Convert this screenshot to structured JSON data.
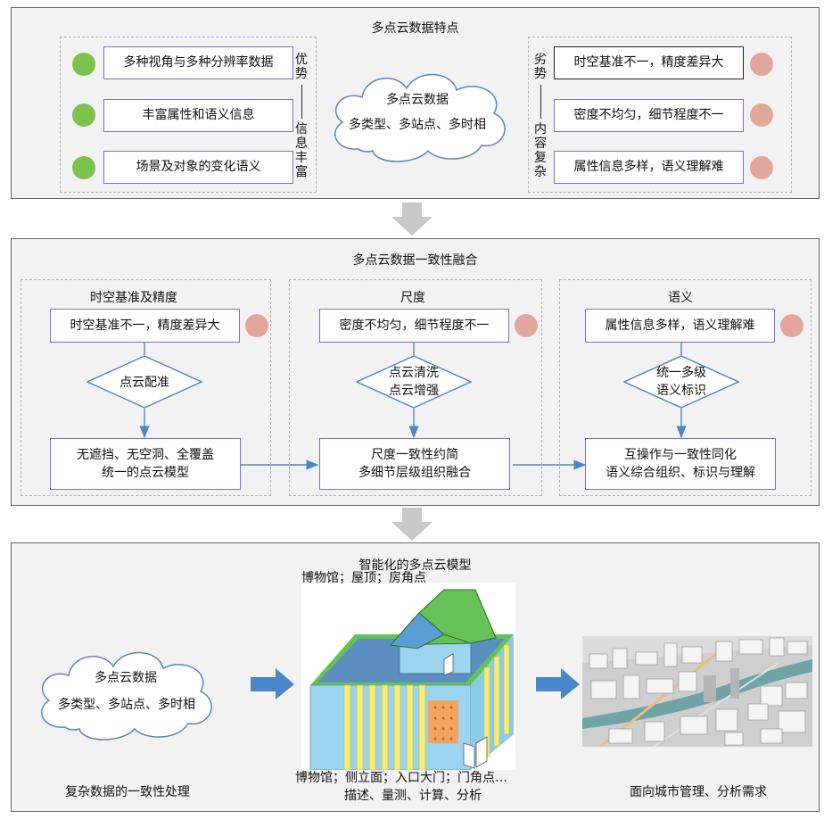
{
  "top": {
    "title": "多点云数据特点",
    "cloud": {
      "line1": "多点云数据",
      "line2": "多类型、多站点、多时相"
    },
    "advantages": [
      "多种视角与多种分辨率数据",
      "丰富属性和语义信息",
      "场景及对象的变化语义"
    ],
    "adv_label_top": [
      "优",
      "势"
    ],
    "adv_label_bottom": [
      "信",
      "息",
      "丰",
      "富"
    ],
    "disadvantages": [
      "时空基准不一，精度差异大",
      "密度不均匀，细节程度不一",
      "属性信息多样，语义理解难"
    ],
    "dis_label_top": [
      "劣",
      "势"
    ],
    "dis_label_bottom": [
      "内",
      "容",
      "复",
      "杂"
    ]
  },
  "middle": {
    "title": "多点云数据一致性融合",
    "columns": [
      {
        "header": "时空基准及精度",
        "problem": "时空基准不一，精度差异大",
        "method": [
          "点云配准"
        ],
        "result": [
          "无遮挡、无空洞、全覆盖",
          "统一的点云模型"
        ]
      },
      {
        "header": "尺度",
        "problem": "密度不均匀，细节程度不一",
        "method": [
          "点云清洗",
          "点云增强"
        ],
        "result": [
          "尺度一致性约简",
          "多细节层级组织融合"
        ]
      },
      {
        "header": "语义",
        "problem": "属性信息多样，语义理解难",
        "method": [
          "统一多级",
          "语义标识"
        ],
        "result": [
          "互操作与一致性同化",
          "语义综合组织、标识与理解"
        ]
      }
    ]
  },
  "bottom": {
    "title": "智能化的多点云模型",
    "cloud": {
      "line1": "多点云数据",
      "line2": "多类型、多站点、多时相"
    },
    "left_caption": "复杂数据的一致性处理",
    "model_top_label": "博物馆；屋顶；房角点",
    "model_bottom_label": "博物馆；侧立面；入口大门；门角点…",
    "center_caption": "描述、量测、计算、分析",
    "right_caption": "面向城市管理、分析需求"
  },
  "colors": {
    "panel_bg": "#f2f2f2",
    "green_dot": "#7cc24c",
    "red_dot": "#e3a69d",
    "diamond_stroke": "#4a86c8",
    "blue_arrow": "#4a86c8",
    "gray_arrow": "#c8c8c8",
    "roof_green": "#66c157",
    "wall_blue": "#9ad4ee",
    "pillar_yellow": "#f6ec7a",
    "window_orange": "#f4a460"
  },
  "icons": [
    "cloud-shape",
    "down-arrow-icon",
    "right-arrow-icon",
    "museum-model-illustration",
    "city-model-thumbnail"
  ]
}
